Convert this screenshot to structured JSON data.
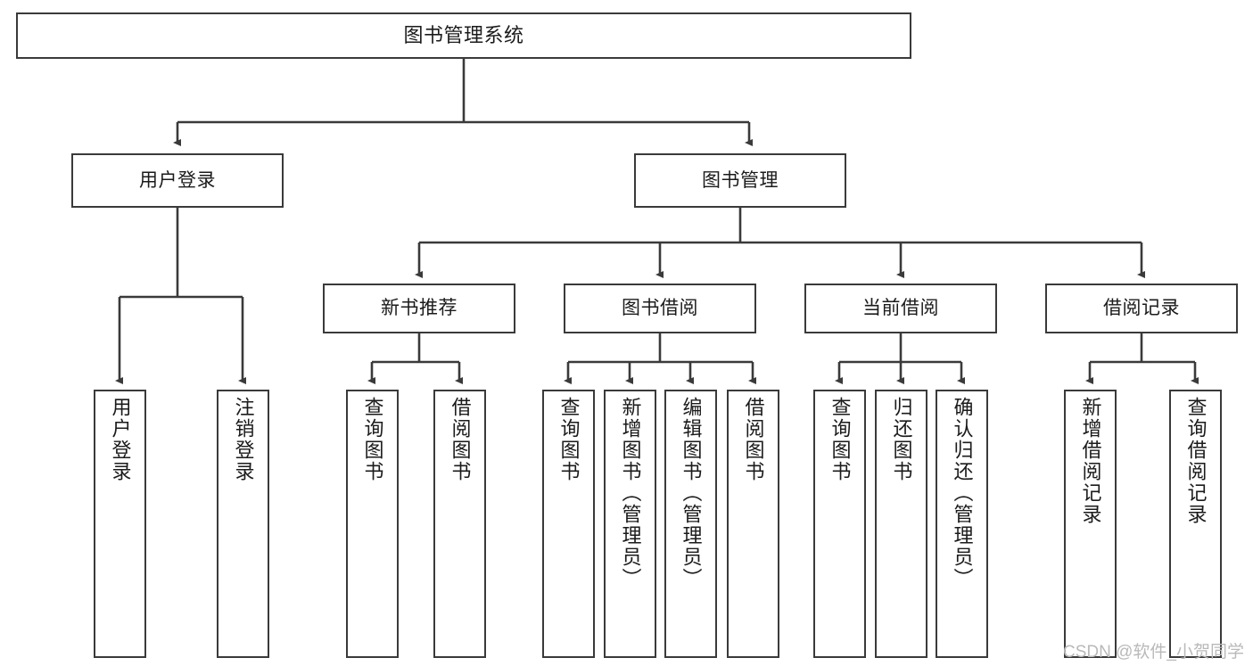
{
  "diagram": {
    "title": "图书管理系统",
    "type": "tree-hierarchy",
    "orientation": "top-down",
    "stroke_color": "#3a3a3a",
    "fill_color": "#ffffff",
    "text_color": "#1b1b1b"
  },
  "nodes": {
    "root": {
      "label": "图书管理系统"
    },
    "level2": [
      {
        "label": "用户登录"
      },
      {
        "label": "图书管理"
      }
    ],
    "level3": [
      {
        "label": "新书推荐"
      },
      {
        "label": "图书借阅"
      },
      {
        "label": "当前借阅"
      },
      {
        "label": "借阅记录"
      }
    ],
    "leaves_user_login": [
      {
        "label": "用户登录"
      },
      {
        "label": "注销登录"
      }
    ],
    "leaves_new_book": [
      {
        "label": "查询图书"
      },
      {
        "label": "借阅图书"
      }
    ],
    "leaves_borrow": [
      {
        "label": "查询图书"
      },
      {
        "label": "新增图书（管理员）"
      },
      {
        "label": "编辑图书（管理员）"
      },
      {
        "label": "借阅图书"
      }
    ],
    "leaves_current": [
      {
        "label": "查询图书"
      },
      {
        "label": "归还图书"
      },
      {
        "label": "确认归还（管理员）"
      }
    ],
    "leaves_records": [
      {
        "label": "新增借阅记录"
      },
      {
        "label": "查询借阅记录"
      }
    ]
  },
  "watermark": {
    "text": "CSDN @软件_小贺同学"
  }
}
